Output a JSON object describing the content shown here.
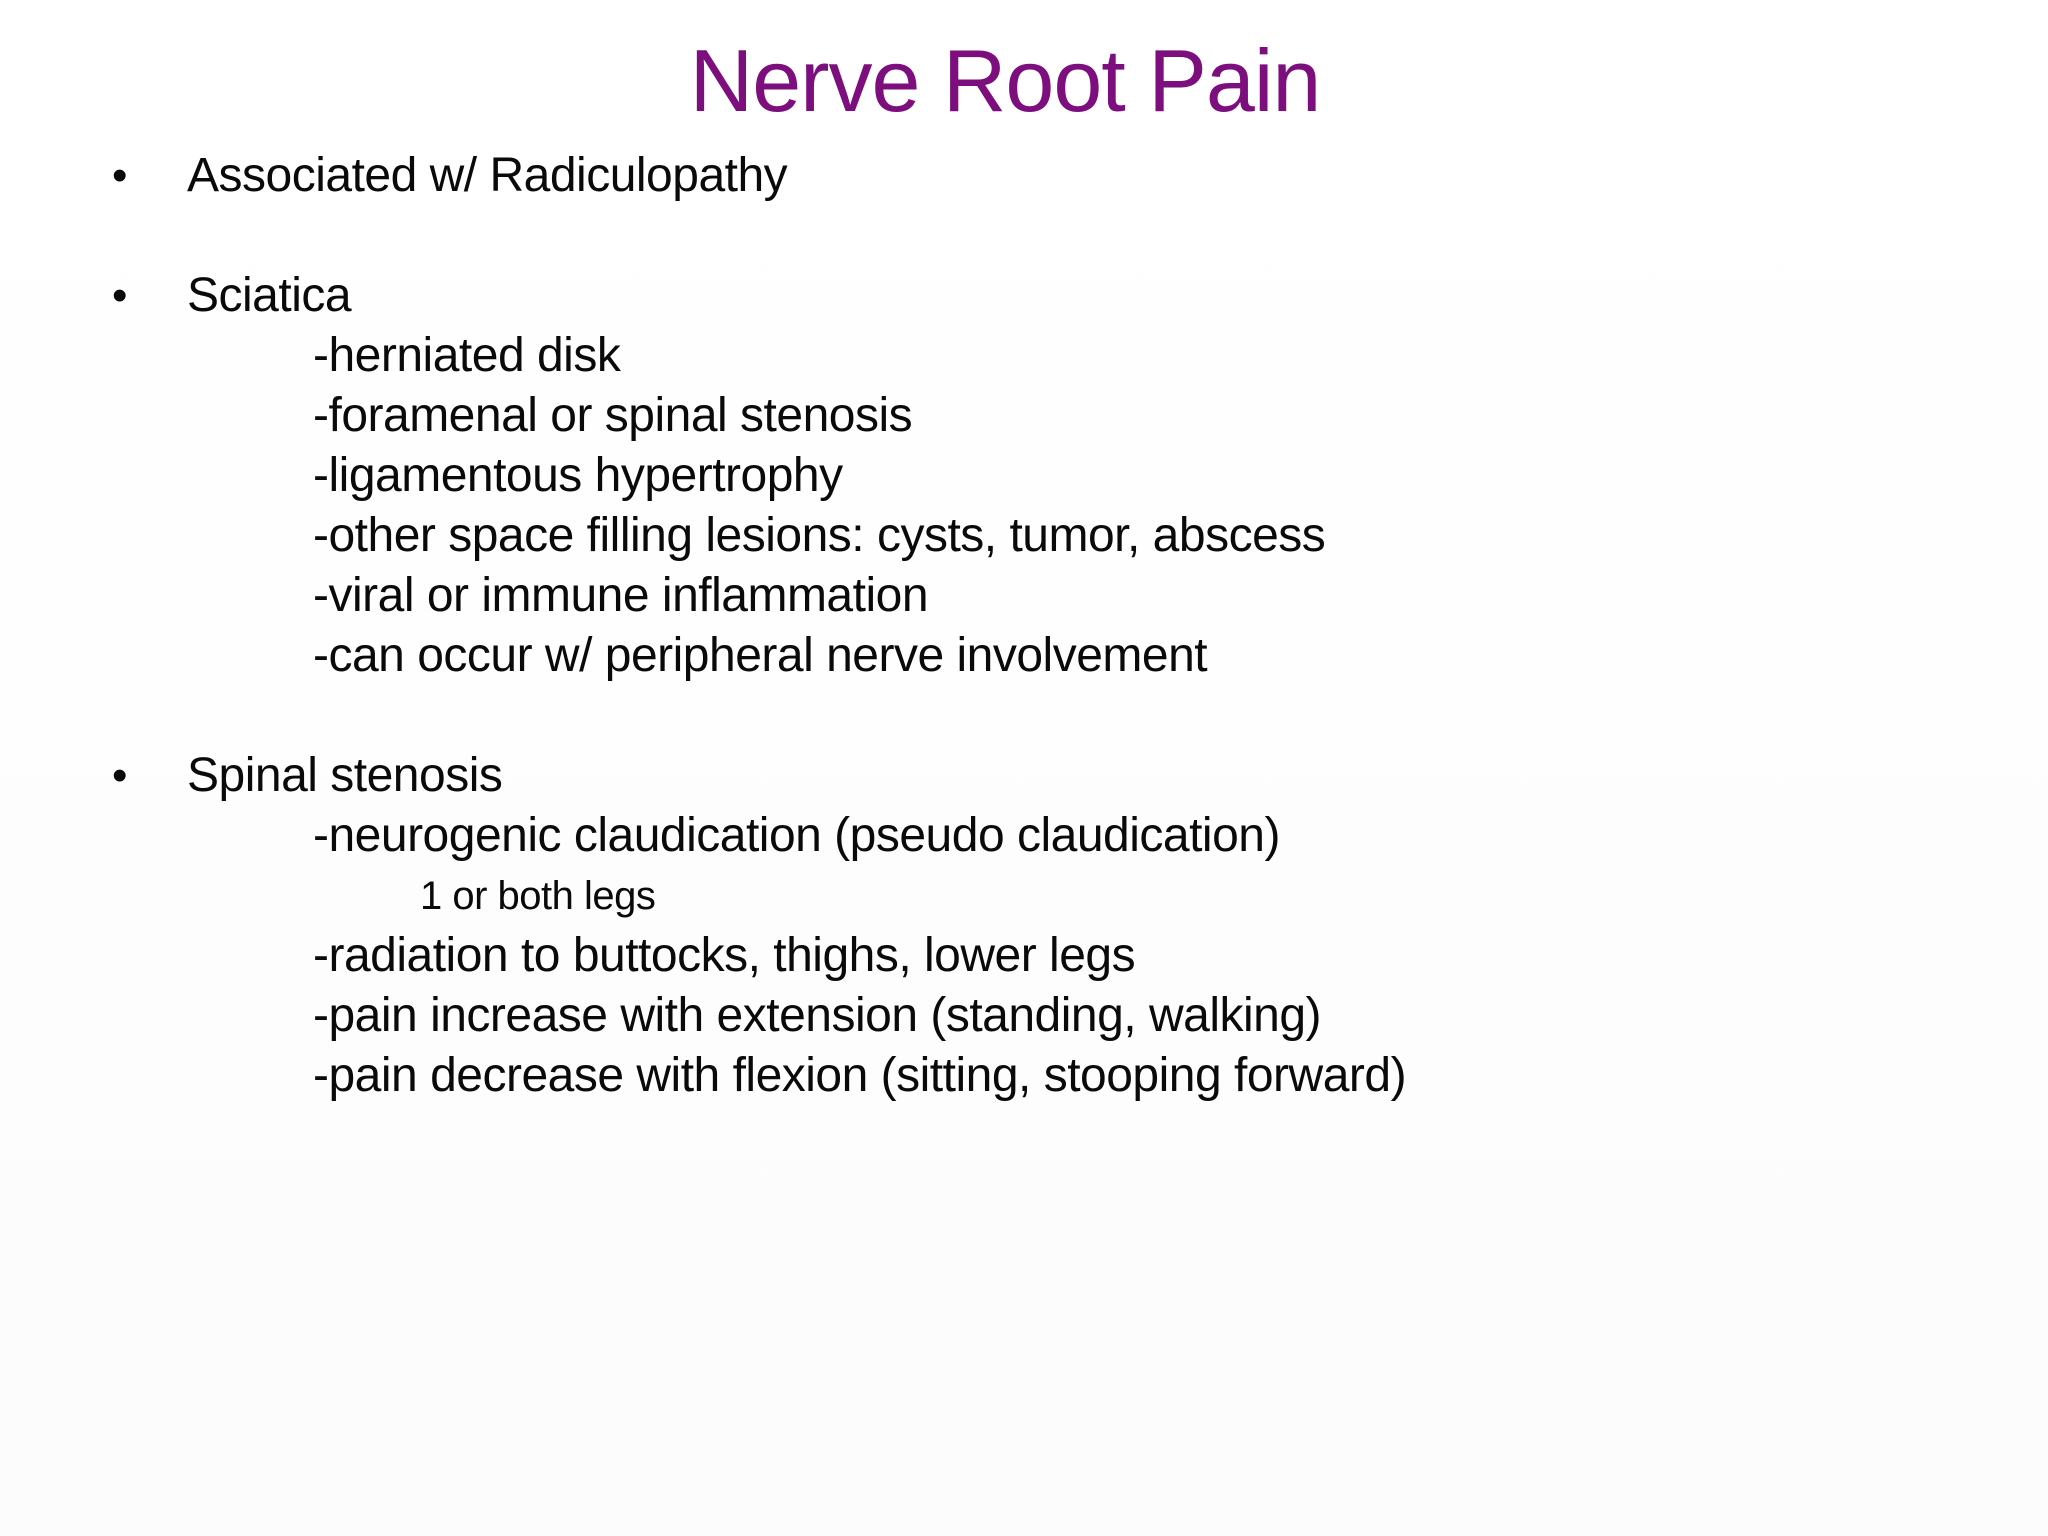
{
  "slide": {
    "title": "Nerve Root Pain",
    "bullet_char": "•",
    "colors": {
      "title": "#7d0e7d",
      "body": "#0a0a0a",
      "background": "#ffffff"
    },
    "sections": [
      {
        "heading": "Associated w/ Radiculopathy",
        "details": []
      },
      {
        "heading": "Sciatica",
        "details": [
          "-herniated disk",
          "-foramenal or spinal stenosis",
          "-ligamentous hypertrophy",
          "-other space filling lesions: cysts, tumor, abscess",
          "-viral or immune inflammation",
          "-can occur w/ peripheral nerve involvement"
        ]
      },
      {
        "heading": "Spinal stenosis",
        "details": [
          "-neurogenic claudication (pseudo claudication)",
          "1 or both legs",
          "-radiation to buttocks, thighs, lower legs",
          "-pain increase with extension (standing, walking)",
          "-pain decrease with flexion (sitting, stooping forward)"
        ]
      }
    ]
  }
}
